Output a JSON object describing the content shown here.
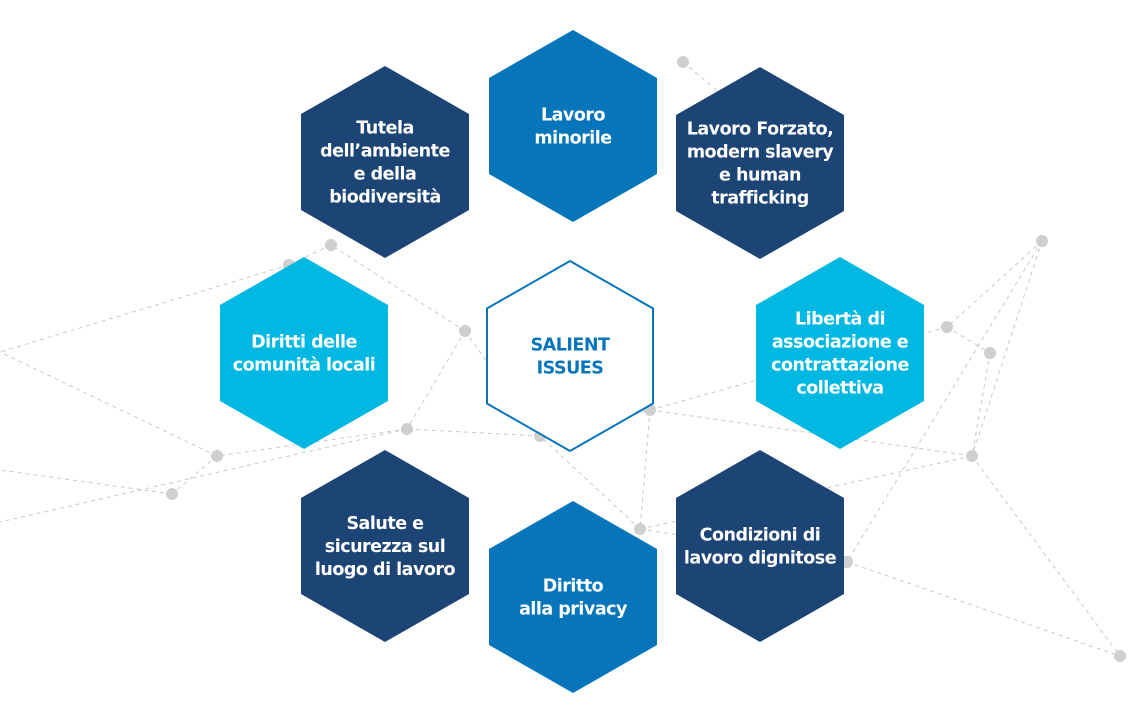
{
  "center": {
    "lines": [
      "SALIENT",
      "ISSUES"
    ]
  },
  "issues": [
    {
      "lines": [
        "Lavoro",
        "minorile"
      ]
    },
    {
      "lines": [
        "Tutela",
        "dell’ambiente",
        "e della",
        "biodiversità"
      ]
    },
    {
      "lines": [
        "Lavoro Forzato,",
        "modern slavery",
        "e human",
        "trafficking"
      ]
    },
    {
      "lines": [
        "Diritti delle",
        "comunità locali"
      ]
    },
    {
      "lines": [
        "Libertà di",
        "associazione e",
        "contrattazione",
        "collettiva"
      ]
    },
    {
      "lines": [
        "Salute e",
        "sicurezza sul",
        "luogo di lavoro"
      ]
    },
    {
      "lines": [
        "Condizioni di",
        "lavoro dignitose"
      ]
    },
    {
      "lines": [
        "Diritto",
        "alla privacy"
      ]
    }
  ],
  "colors": {
    "dark": "#1c4474",
    "mid": "#0775b9",
    "light": "#00b8e1",
    "network": "#c9c9c9"
  }
}
